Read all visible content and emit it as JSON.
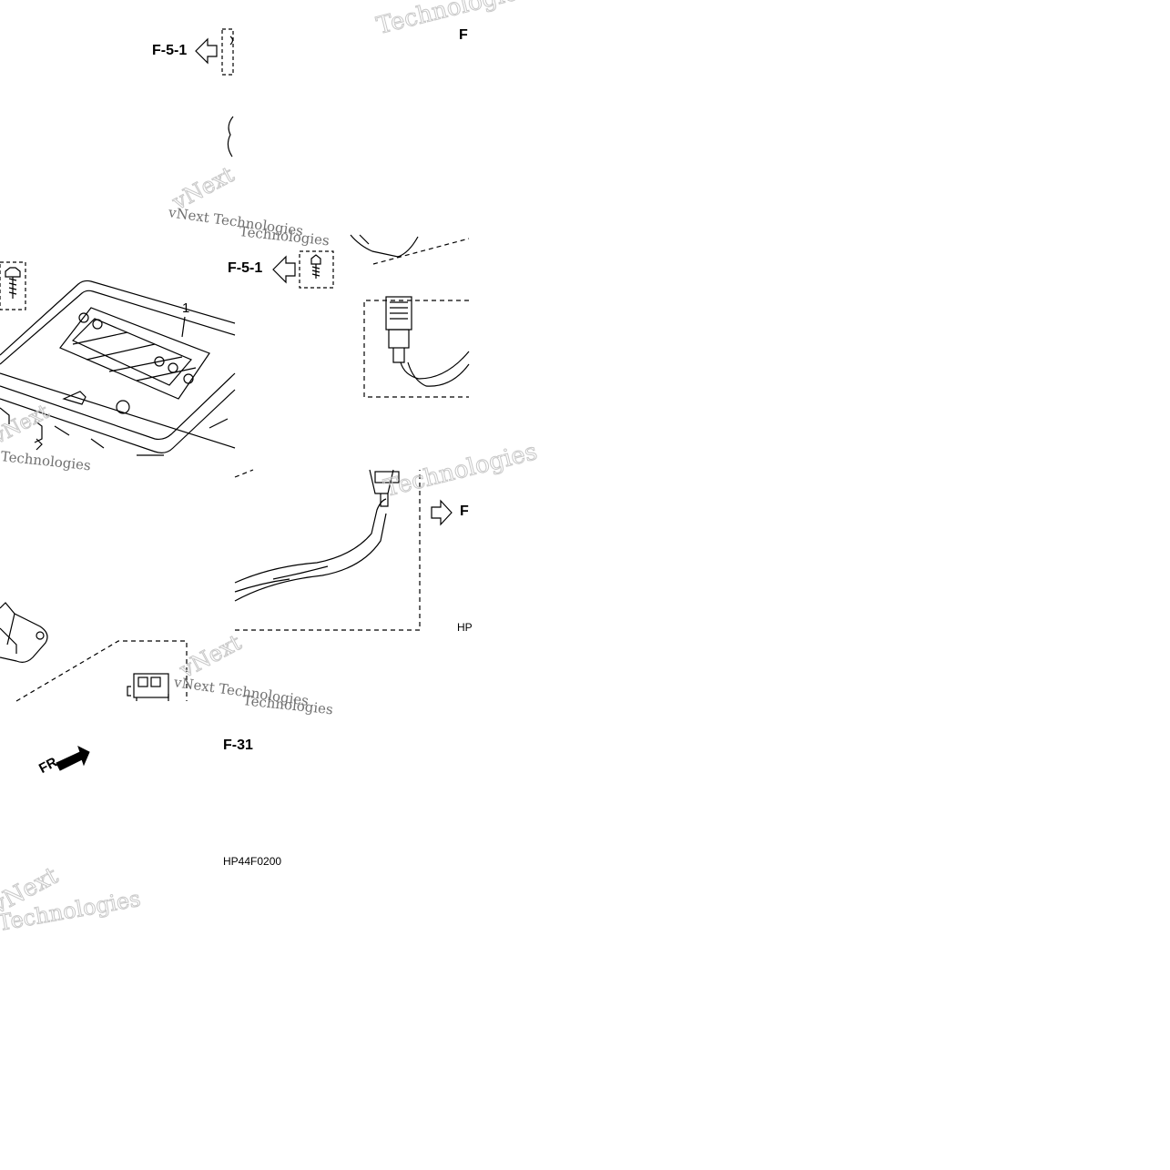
{
  "refs": {
    "top_left": "F-5-1",
    "top_right": "F",
    "mid_left": "F-5-1",
    "right_mid": "F",
    "bottom_left": "F-31"
  },
  "part_number": "1",
  "orientation": "FR.",
  "codes": {
    "left_code": "HP44F0200",
    "right_code": "HP"
  },
  "watermark": {
    "brand": "vNext",
    "company": "Technologies",
    "full": "vNext Technologies"
  },
  "colors": {
    "line": "#000000",
    "background": "#ffffff",
    "watermark": "#c8c8c8"
  }
}
